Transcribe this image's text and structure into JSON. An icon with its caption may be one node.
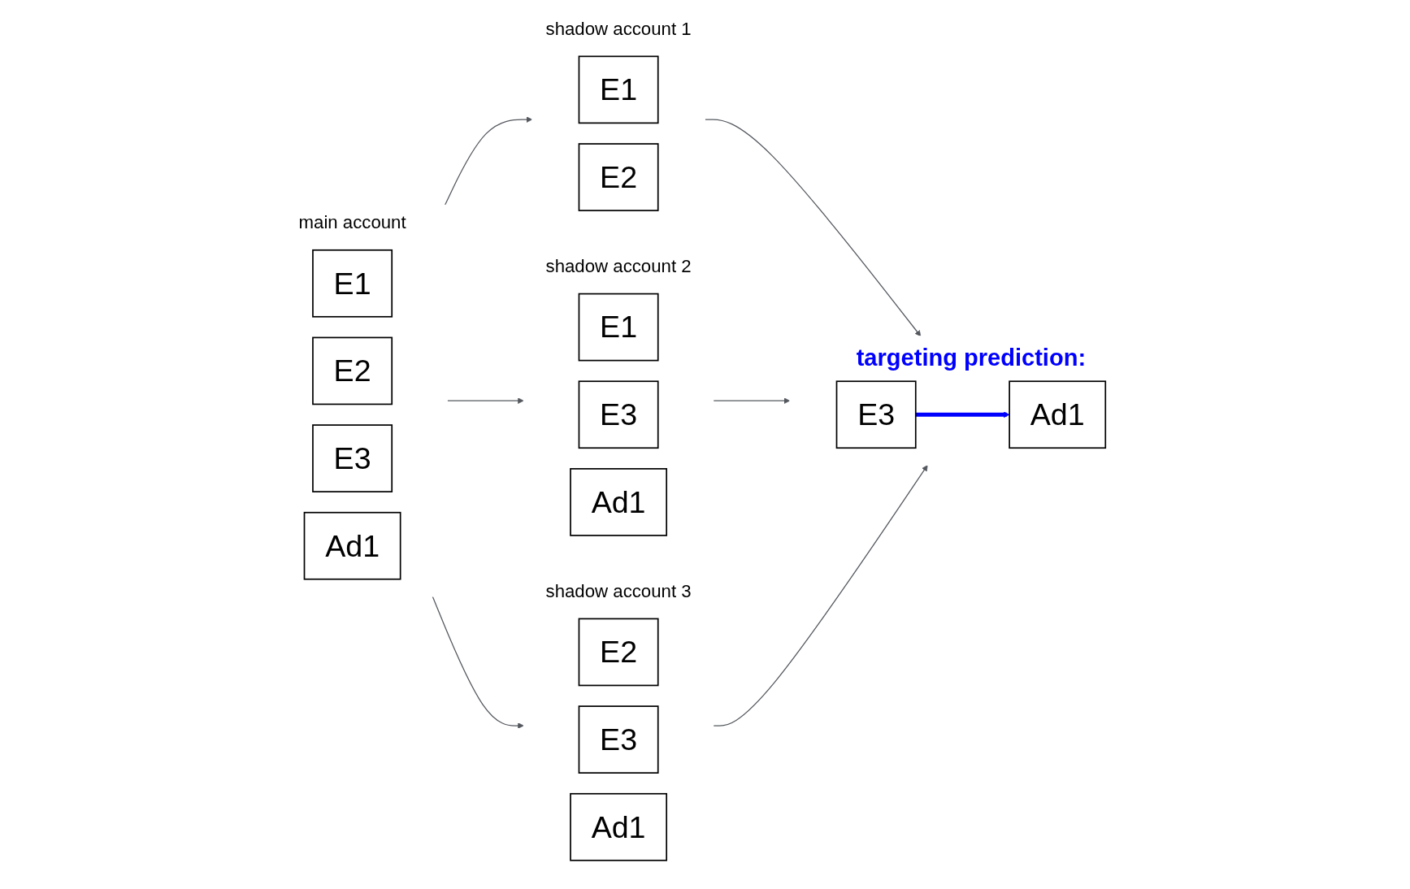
{
  "diagram": {
    "nodes": [
      {
        "text": [
          "main account"
        ]
      },
      {
        "text": [
          "E1"
        ],
        "in": 0
      },
      {
        "text": [
          "E2"
        ],
        "in": 0
      },
      {
        "text": [
          "E3"
        ],
        "in": 0
      },
      {
        "text": [
          "Ad1"
        ],
        "in": 0
      },
      {
        "text": [
          "shadow account 1"
        ]
      },
      {
        "text": [
          "E1"
        ],
        "in": 5
      },
      {
        "text": [
          "E2"
        ],
        "in": 5
      },
      {
        "text": [
          "shadow account 2"
        ]
      },
      {
        "text": [
          "E1"
        ],
        "in": 8
      },
      {
        "text": [
          "E3"
        ],
        "in": 8
      },
      {
        "text": [
          "Ad1"
        ],
        "in": 8
      },
      {
        "text": [
          "shadow account 3"
        ]
      },
      {
        "text": [
          "E2"
        ],
        "in": 12
      },
      {
        "text": [
          "E3"
        ],
        "in": 12
      },
      {
        "text": [
          "Ad1"
        ],
        "in": 12
      },
      {
        "text": [
          "targeting prediction:"
        ]
      },
      {
        "text": [
          "E3"
        ],
        "in": 16
      },
      {
        "text": [
          "Ad1"
        ],
        "in": 16
      }
    ],
    "edges": [
      {
        "from": 0,
        "to": 5,
        "arrow": "to"
      },
      {
        "from": 0,
        "to": 8,
        "arrow": "to"
      },
      {
        "from": 0,
        "to": 12,
        "arrow": "to"
      },
      {
        "from": 5,
        "to": 16,
        "arrow": "to"
      },
      {
        "from": 8,
        "to": 16,
        "arrow": "to"
      },
      {
        "from": 12,
        "to": 16,
        "arrow": "to"
      },
      {
        "from": 17,
        "to": 18,
        "arrow": "to",
        "style": "thick",
        "color": "#0000ff"
      }
    ]
  }
}
